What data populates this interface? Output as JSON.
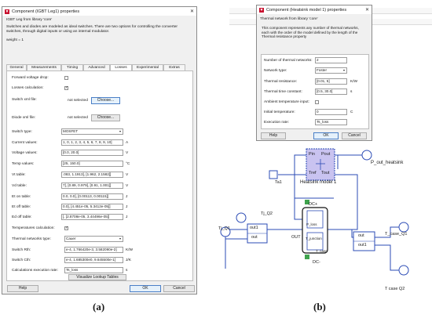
{
  "left_dialog": {
    "title": "Component (IGBT Leg1) properties",
    "library_line": "IGBT Leg from library 'core'",
    "description": "Switches and diodes are modeled as ideal switches. There are two options for controlling the converter switches, through digital inputs or using an internal modulator.",
    "weight": "weight = 1",
    "tabs": [
      "General",
      "Measurements",
      "Timing",
      "Advanced",
      "Losses",
      "Experimental",
      "Extras"
    ],
    "active_tab": "Losses",
    "fields": {
      "forward_voltage_drop": "Forward voltage drop:",
      "losses_calculation": "Losses calculation:",
      "switch_xml_file": "Switch xml file:",
      "switch_xml_value": "not selected",
      "diode_xml_file": "Diode xml file:",
      "diode_xml_value": "not selected",
      "choose": "Choose...",
      "switch_type": "Switch type:",
      "switch_type_value": "MOSFET",
      "current_values": "Current values:",
      "current_values_value": "1, 0, 1, 2, 3, 4, 5, 6, 7, 8, 9, 10]",
      "current_unit": "A",
      "voltage_values": "Voltage values:",
      "voltage_values_value": "[0.0, 20.0]",
      "voltage_unit": "V",
      "temp_values": "Temp values:",
      "temp_values_value": "[25, 150.0]",
      "temp_unit": "°C",
      "vt_table": "Vt table:",
      "vt_table_value": ".083, 1.1913], [1.962, 2.1582]]",
      "vd_table": "Vd table:",
      "vd_table_value": "7], [0.89, 0.979], [0.91, 1.001]]",
      "et_on_table": "Et on table:",
      "et_on_table_value": "0.0, 0.0], [0.00113, 0.00115]]",
      "et_off_table": "Et off table:",
      "et_off_table_value": "0.0], [4.451e-05, 5.3412e-05]]",
      "ed_off_table": "Ed off table:",
      "ed_off_table_value": "], [2.8708e-05, 3.44496e-05]]",
      "joule_unit": "J",
      "temperatures_calculation": "Temperatures calculation:",
      "thermal_networks_type": "Thermal networks type:",
      "thermal_networks_type_value": "Cauer",
      "switch_rth": "Switch Rth:",
      "switch_rth_value": "e-4, 1.766420e-3, 3.582090e-2]",
      "rth_unit": "K/W",
      "switch_cth": "Switch Cth:",
      "switch_cth_value": "e-4, 1.685300e0, 9.645500e-1]",
      "cth_unit": "J/K",
      "calc_exec_rate": "Calculations execution rate:",
      "calc_exec_rate_value": "Ts_loss",
      "calc_exec_unit": "s",
      "visualize": "Visualize Lookup Tables"
    },
    "help": "Help",
    "ok": "OK",
    "cancel": "Cancel"
  },
  "right_dialog": {
    "title": "Component (Heatsink model 1) properties",
    "section": "Thermal network from library 'core'",
    "description": "This component represents any number of thermal networks, each with the order of the model defined by the length of the Thermal resistance property",
    "fields": {
      "num_networks": "Number of thermal networks:",
      "num_networks_value": "2",
      "network_type": "Network type:",
      "network_type_value": "Foster",
      "thermal_resistance": "Thermal resistance:",
      "thermal_resistance_value": "[0.01, 5]",
      "thermal_resistance_unit": "K/W",
      "thermal_time_constant": "Thermal time constant:",
      "thermal_time_constant_value": "[0.5, 30.0]",
      "thermal_time_constant_unit": "s",
      "ambient_temp_input": "Ambient temperature input:",
      "initial_temperature": "Initial temperature:",
      "initial_temperature_value": "0",
      "initial_temperature_unit": "C",
      "execution_rate": "Execution rate:",
      "execution_rate_value": "Ts_loss"
    },
    "help": "Help",
    "ok": "OK",
    "cancel": "Cancel"
  },
  "diagram": {
    "heatsink_label": "Heatsink model 1",
    "pin": "Pin",
    "pout": "Pout",
    "tref": "Tref",
    "tout": "Tout",
    "p_out_heatsink": "P_out_heatsink",
    "ta1": "Ta1",
    "dc_plus": "DC+",
    "dc_minus": "DC-",
    "out": "OUT",
    "p_loss": "P_loss",
    "t_junction": "T_junction",
    "t_case": "T_case",
    "tj_q1": "Tj_Q1",
    "tj_q2": "Tj_Q2",
    "out1": "out1",
    "out_port": "out",
    "t_case_q1": "T_case_Q1",
    "t_case_q2": "T case  Q2"
  },
  "captions": {
    "a": "(a)",
    "b": "(b)"
  },
  "colors": {
    "brand": "#c8102e",
    "wire": "#2b4bb5",
    "heatsink_fill": "#c9c3f0"
  }
}
